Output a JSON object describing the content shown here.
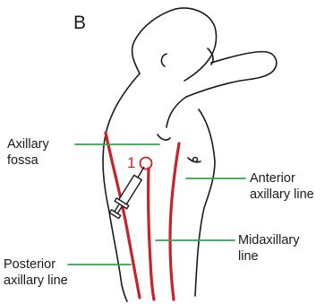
{
  "figure": {
    "panel_letter": "B",
    "site_number": "1"
  },
  "labels": {
    "axillary_fossa": "Axillary\nfossa",
    "anterior_axillary_line": "Anterior\naxillary line",
    "midaxillary_line": "Midaxillary\nline",
    "posterior_axillary_line": "Posterior\naxillary line"
  },
  "colors": {
    "body_outline": "#1a1a1a",
    "axillary_lines": "#c8232b",
    "leader_lines": "#2fa84f",
    "syringe": "#1a1a1a"
  }
}
